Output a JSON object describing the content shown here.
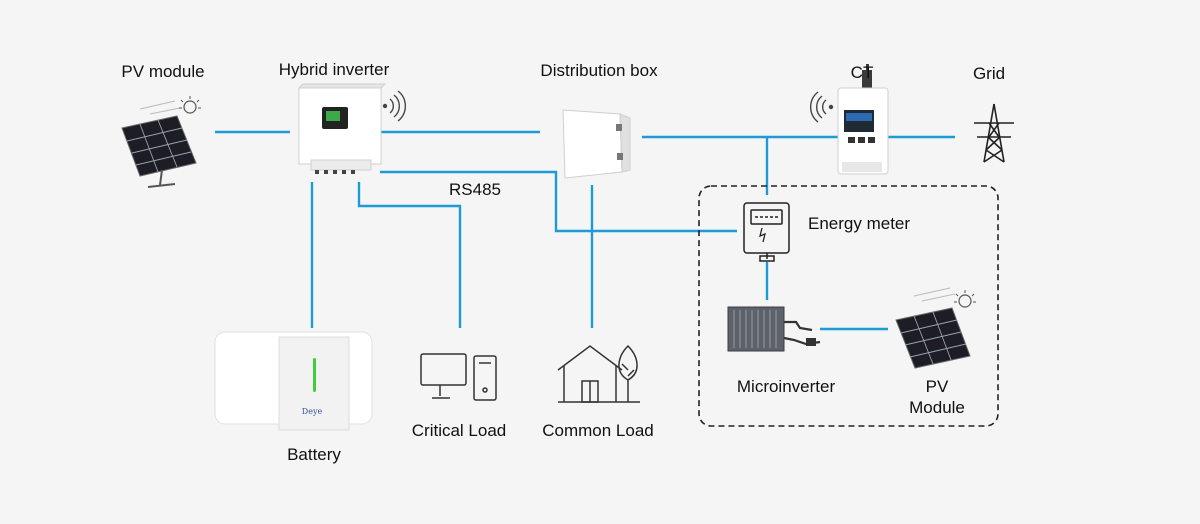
{
  "labels": {
    "pv_module": "PV module",
    "hybrid_inverter": "Hybrid inverter",
    "distribution_box": "Distribution box",
    "ct": "CT",
    "grid": "Grid",
    "rs485": "RS485",
    "energy_meter": "Energy meter",
    "microinverter": "Microinverter",
    "pv_module_2_line1": "PV",
    "pv_module_2_line2": "Module",
    "battery": "Battery",
    "critical_load": "Critical Load",
    "common_load": "Common Load",
    "battery_brand": "Deye"
  },
  "colors": {
    "wire": "#1d9bd7",
    "background": "#f5f5f5",
    "battery_led": "#3ecf3a",
    "dashed_box": "#222222"
  },
  "icons": [
    "solar-panel-icon",
    "sun-icon",
    "hybrid-inverter-icon",
    "wifi-signal-icon",
    "distribution-box-icon",
    "ct-sensor-icon",
    "transmission-tower-icon",
    "energy-meter-icon",
    "microinverter-icon",
    "battery-icon",
    "computer-icon",
    "house-icon"
  ]
}
